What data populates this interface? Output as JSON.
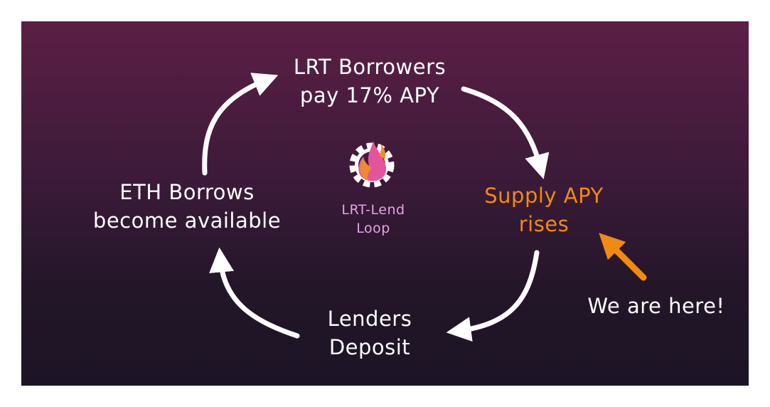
{
  "nodes": {
    "top": [
      "LRT Borrowers",
      "pay 17% APY"
    ],
    "right": [
      "Supply APY",
      "rises"
    ],
    "bottom": [
      "Lenders",
      "Deposit"
    ],
    "left": [
      "ETH Borrows",
      "become available"
    ]
  },
  "center": {
    "logo": "flame-gear-logo",
    "lines": [
      "LRT-Lend",
      "Loop"
    ]
  },
  "annotation": "We are here!",
  "colors": {
    "bg_top": "#5c1f46",
    "bg_bottom": "#1c1426",
    "highlight": "#f08a12",
    "logo_text": "#e8a2e6",
    "arrow": "#ffffff"
  }
}
